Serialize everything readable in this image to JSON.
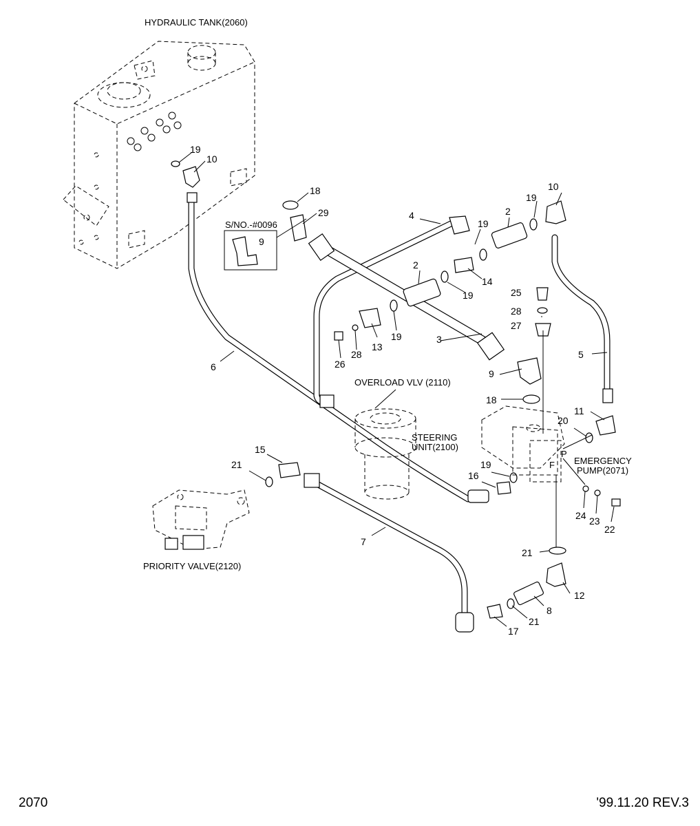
{
  "labels": {
    "hydraulic_tank": "HYDRAULIC TANK(2060)",
    "overload_valve": "OVERLOAD VLV (2110)",
    "steering_unit_1": "STEERING",
    "steering_unit_2": "UNIT(2100)",
    "emergency_pump_1": "EMERGENCY",
    "emergency_pump_2": "PUMP(2071)",
    "priority_valve": "PRIORITY VALVE(2120)",
    "serial_note": "S/NO.-#0096",
    "port_p": "P",
    "port_f": "F"
  },
  "callouts": {
    "c19a": "19",
    "c10a": "10",
    "c18a": "18",
    "c29": "29",
    "c9a": "9",
    "c4": "4",
    "c19b": "19",
    "c2a": "2",
    "c19c": "19",
    "c10b": "10",
    "c2b": "2",
    "c14": "14",
    "c19d": "19",
    "c25": "25",
    "c28a": "28",
    "c27": "27",
    "c13": "13",
    "c19e": "19",
    "c3": "3",
    "c26": "26",
    "c28b": "28",
    "c5": "5",
    "c6": "6",
    "c9b": "9",
    "c18b": "18",
    "c11": "11",
    "c20": "20",
    "c15": "15",
    "c21a": "21",
    "c19f": "19",
    "c16": "16",
    "c24": "24",
    "c23": "23",
    "c22": "22",
    "c7": "7",
    "c21b": "21",
    "c12": "12",
    "c8": "8",
    "c21c": "21",
    "c17": "17"
  },
  "footer": {
    "page_number": "2070",
    "date_rev": "'99.11.20  REV.3"
  }
}
